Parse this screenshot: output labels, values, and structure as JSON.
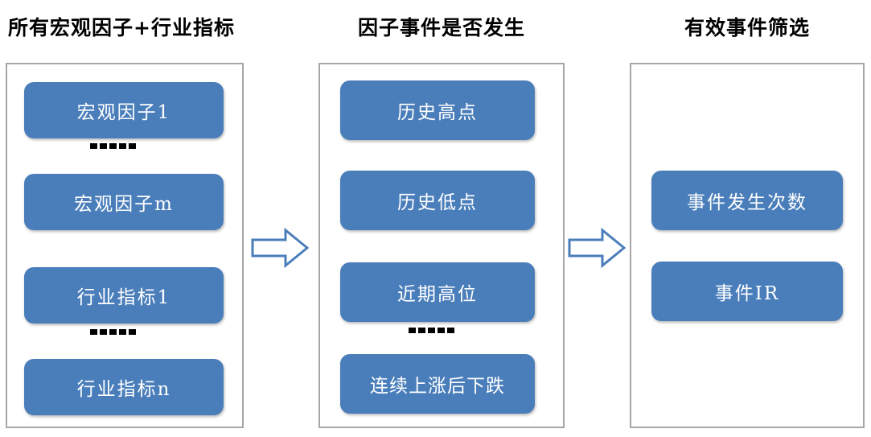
{
  "diagram": {
    "columns": [
      {
        "id": "all-factors",
        "title": "所有宏观因子+行业指标",
        "items": [
          {
            "label": "宏观因子1"
          },
          {
            "label": "宏观因子m"
          },
          {
            "label": "行业指标1"
          },
          {
            "label": "行业指标n"
          }
        ],
        "continuation_marker": "------"
      },
      {
        "id": "factor-events",
        "title": "因子事件是否发生",
        "items": [
          {
            "label": "历史高点"
          },
          {
            "label": "历史低点"
          },
          {
            "label": "近期高位"
          },
          {
            "label": "连续上涨后下跌"
          }
        ],
        "continuation_marker": "------"
      },
      {
        "id": "valid-event-screening",
        "title": "有效事件筛选",
        "items": [
          {
            "label": "事件发生次数"
          },
          {
            "label": "事件IR"
          }
        ],
        "continuation_marker": ""
      }
    ],
    "arrows": [
      {
        "id": "arrow-factors-to-events",
        "icon": "right-block-arrow-icon",
        "direction": "right"
      },
      {
        "id": "arrow-events-to-screening",
        "icon": "right-block-arrow-icon",
        "direction": "right"
      }
    ],
    "colors": {
      "box_fill": "#4a7ebb",
      "box_text": "#ffffff",
      "panel_border": "#a6a6a6",
      "arrow_stroke": "#4a7ebb",
      "arrow_fill": "#ffffff",
      "title_text": "#000000",
      "background": "#ffffff"
    }
  }
}
